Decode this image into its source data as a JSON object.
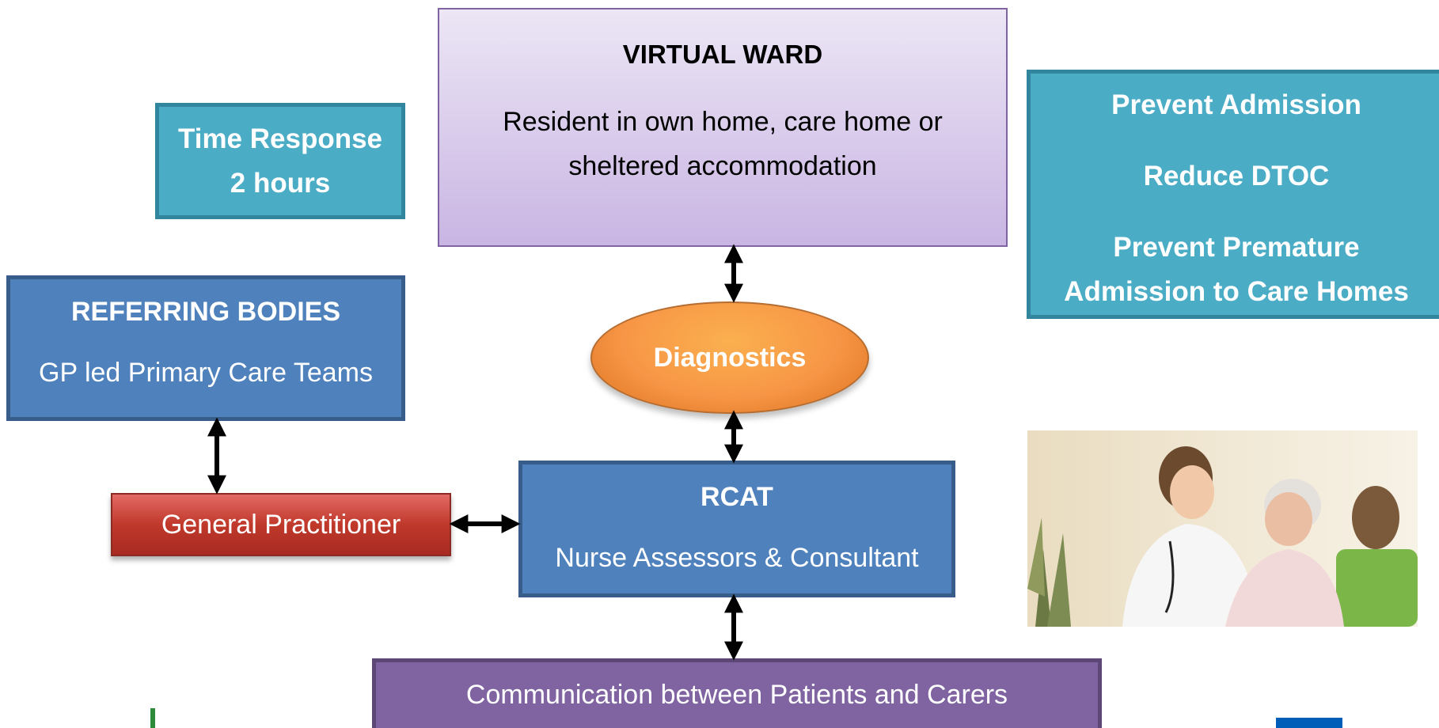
{
  "virtual_ward": {
    "title": "VIRTUAL WARD",
    "line1": "Resident in own home, care home or",
    "line2": "sheltered accommodation"
  },
  "time_response": {
    "line1": "Time Response",
    "line2": "2 hours"
  },
  "goals": {
    "item1": "Prevent Admission",
    "item2": "Reduce DTOC",
    "item3_line1": "Prevent Premature",
    "item3_line2": "Admission to Care Homes"
  },
  "referring_bodies": {
    "title": "REFERRING BODIES",
    "subtitle": "GP led Primary Care Teams"
  },
  "diagnostics": {
    "label": "Diagnostics"
  },
  "rcat": {
    "title": "RCAT",
    "subtitle": "Nurse Assessors & Consultant"
  },
  "general_practitioner": {
    "label": "General Practitioner"
  },
  "communication": {
    "label": "Communication between Patients and Carers"
  },
  "colors": {
    "teal": "#4bacc6",
    "blue": "#4f81bd",
    "purple": "#8064a2",
    "lavender": "#ccc0da",
    "orange": "#f79646",
    "red": "#c0392b",
    "nhs_blue": "#005eb8",
    "green": "#2e8b3a"
  },
  "photo": {
    "description_icon": "nurse-with-elderly-patient-photo"
  }
}
